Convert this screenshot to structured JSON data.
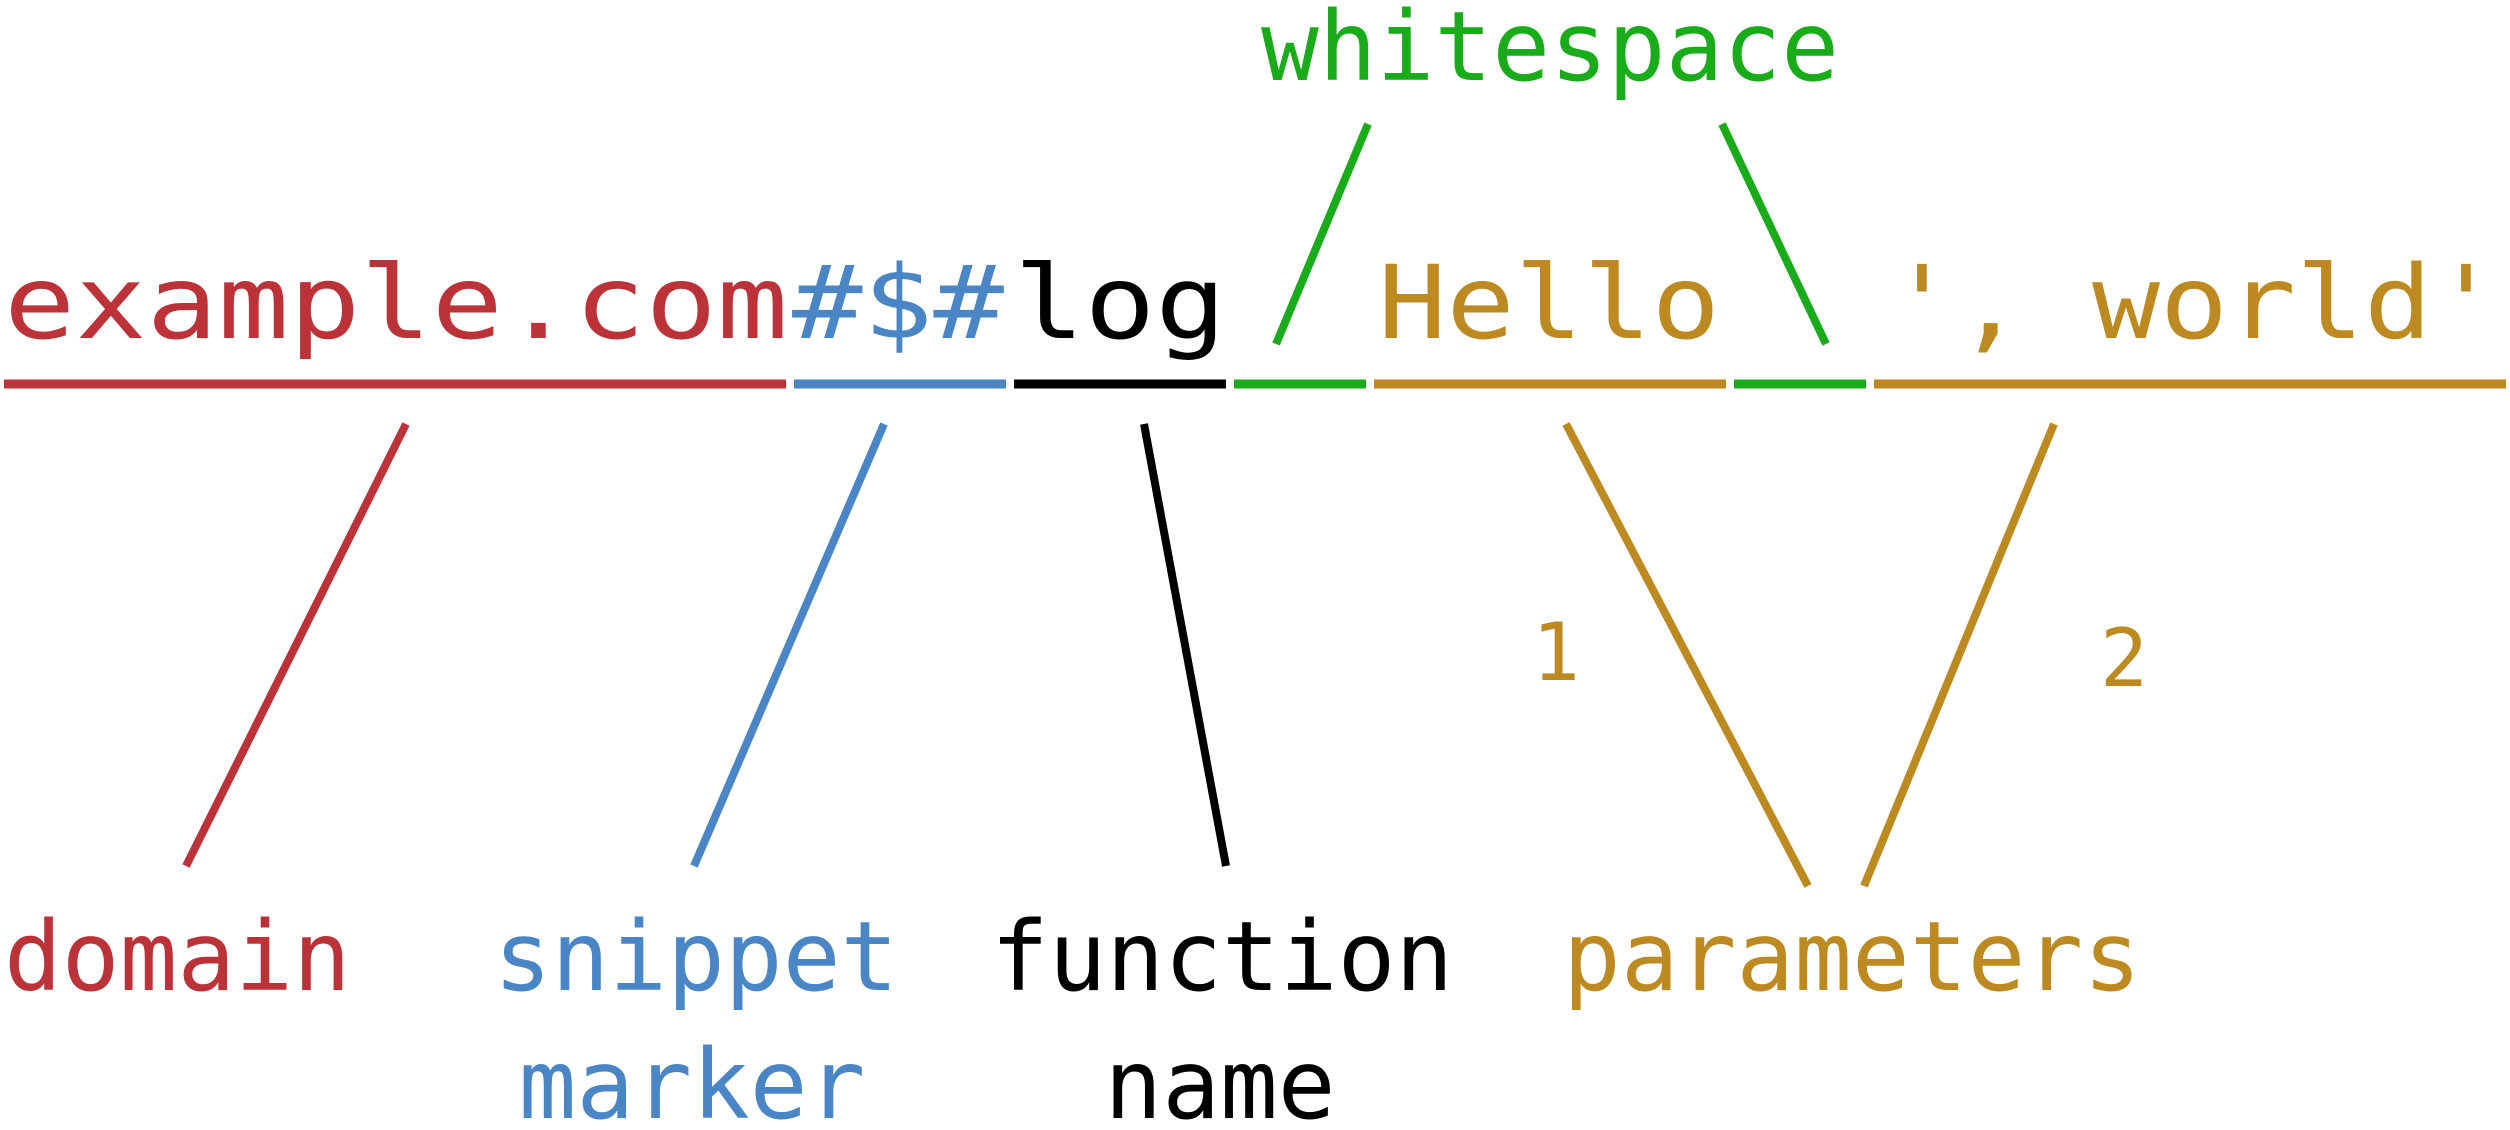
{
  "colors": {
    "domain": "#bb3338",
    "marker": "#4a86c5",
    "function": "#000000",
    "whitespace": "#1aab1a",
    "parameters": "#bd8a22"
  },
  "code": {
    "domain": "example.com",
    "marker": "#$#",
    "function": "log",
    "param1": "Hello",
    "param2": "', world'"
  },
  "labels": {
    "whitespace": "whitespace",
    "domain": "domain",
    "snippet_marker_line1": "snippet",
    "snippet_marker_line2": "marker",
    "function_name_line1": "function",
    "function_name_line2": "name",
    "parameters": "parameters",
    "param_number_1": "1",
    "param_number_2": "2"
  }
}
